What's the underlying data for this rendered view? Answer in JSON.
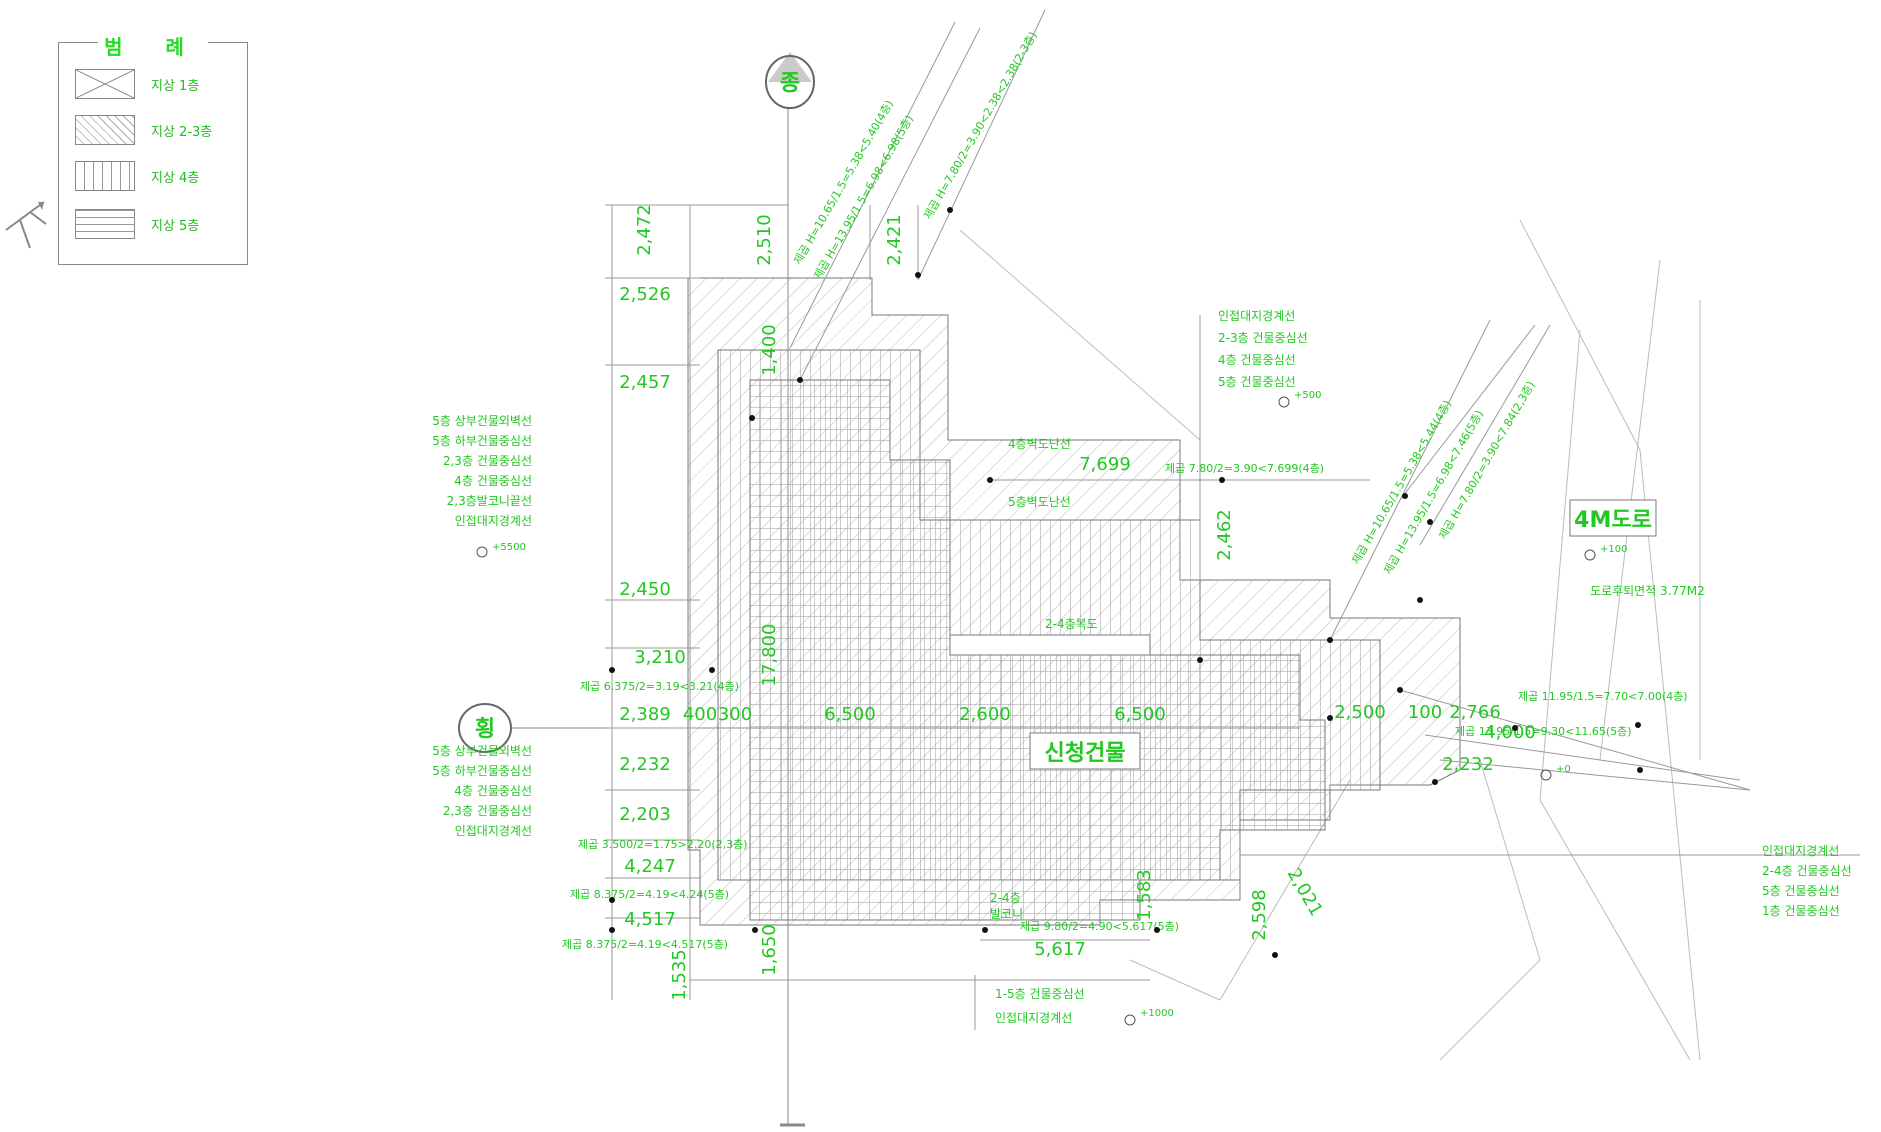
{
  "legend": {
    "title": "범 례",
    "items": [
      {
        "label": "지상 1층"
      },
      {
        "label": "지상 2-3층"
      },
      {
        "label": "지상 4층"
      },
      {
        "label": "지상 5층"
      }
    ]
  },
  "markers": {
    "north": "종",
    "west": "횡",
    "building": "신청건물",
    "road": "4M도로"
  },
  "dimensions": {
    "d2472": "2,472",
    "d2510": "2,510",
    "d2421": "2,421",
    "d2526": "2,526",
    "d2457": "2,457",
    "d2450": "2,450",
    "d3210": "3,210",
    "d2389": "2,389",
    "d2232a": "2,232",
    "d2203": "2,203",
    "d4247": "4,247",
    "d4517": "4,517",
    "d1535": "1,535",
    "d1650": "1,650",
    "d7699": "7,699",
    "d2462": "2,462",
    "d6500a": "6,500",
    "d2600": "2,600",
    "d6500b": "6,500",
    "d2500": "2,500",
    "d100": "100",
    "d2766": "2,766",
    "d4000": "4,000",
    "d2232b": "2,232",
    "d5617": "5,617",
    "d2598": "2,598",
    "d2021": "2,021",
    "d1583": "1,583",
    "d17800": "17,800",
    "d1400": "1,400",
    "d300": "300",
    "d400": "400"
  },
  "notes": {
    "left_upper": [
      "5층 상부건물외벽선",
      "5층 하부건물중심선",
      "2,3층 건물중심선",
      "4층 건물중심선",
      "2,3층발코니끝선",
      "인접대지경계선"
    ],
    "left_lower": [
      "5층 상부건물외벽선",
      "5층 하부건물중심선",
      "4층 건물중심선",
      "2,3층 건물중심선",
      "인접대지경계선"
    ],
    "right_top": [
      "인접대지경계선",
      "2-3층 건물중심선",
      "4층 건물중심선",
      "5층 건물중심선"
    ],
    "right_bottom": [
      "인접대지경계선",
      "2-4층 건물중심선",
      "5층 건물중심선",
      "1층 건물중심선"
    ],
    "bottom": [
      "1-5층 건물중심선",
      "인접대지경계선"
    ],
    "floor4_cut": "4층벽도난선",
    "floor5_cut": "5층벽도난선",
    "area_note": "도로후퇴면적 3.77M2",
    "roof_2_4": "2-4층복도",
    "floor_2_4_balcony_a": "2-4층",
    "floor_2_4_balcony_b": "발코니",
    "calc_1": "제곱 6.375/2=3.19<3.21(4층)",
    "calc_2": "제곱 3.500/2=1.75>2.20(2,3층)",
    "calc_3": "제곱 8.375/2=4.19<4.24(5층)",
    "calc_4": "제곱 8.375/2=4.19<4.517(5층)",
    "calc_5": "제곱 9.80/2=4.90<5.617(5층)",
    "calc_6": "제곱 7.80/2=3.90<7.699(4층)",
    "calc_7": "제곱 11.95/1.5=7.70<7.00(4층)",
    "calc_8": "제곱 13.95/1.5=9.30<11.65(5층)",
    "slant_1": "제곱 H=10.65/1.5=5.38<5.40(4층)",
    "slant_2": "제곱 H=13.95/1.5=6.98<6.98(5층)",
    "slant_3": "제곱 H=7.80/2=3.90<2.38<2.38(2-3층)",
    "slant_4": "제곱 H=10.65/1.5=5.38<5.44(4층)",
    "slant_5": "제곱 H=13.95/1.5=6.98<7.46(5층)",
    "slant_6": "제곱 H=7.80/2=3.90<7.84(2,3층)"
  },
  "levels": {
    "lv_left_upper": "+5500",
    "lv_right_top": "+500",
    "lv_road": "+100",
    "lv_right_small": "+0",
    "lv_bottom": "+1000"
  },
  "colors": {
    "annotation": "#22c822",
    "line": "#777777",
    "hatch": "#999999"
  }
}
